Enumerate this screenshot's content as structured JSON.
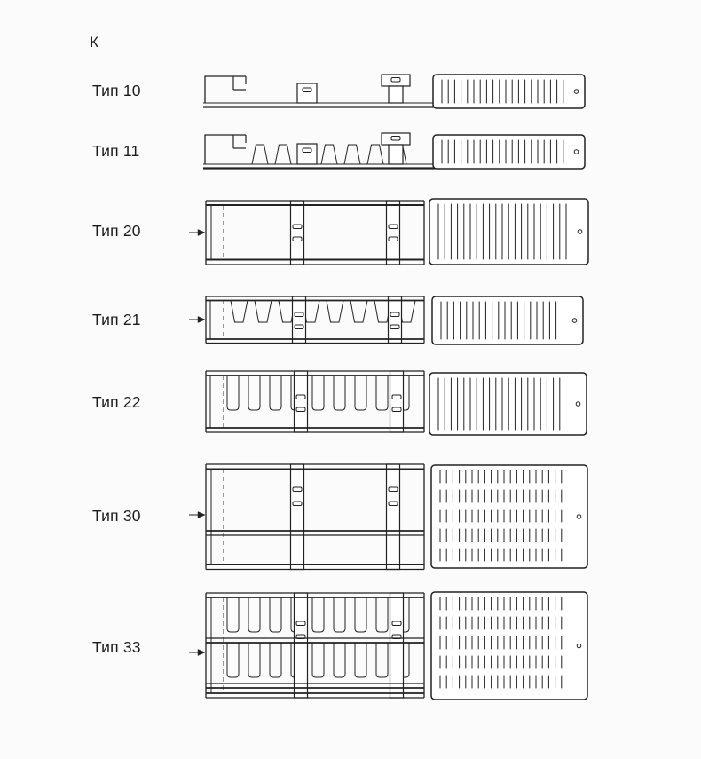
{
  "page": {
    "corner_label": "К",
    "background": "#fbfbfb",
    "line_color": "#222222"
  },
  "rows": [
    {
      "id": "10",
      "label": "Тип 10",
      "diagram": "type-10",
      "panels": 1,
      "convector_rows": 0,
      "grille_style": "solid"
    },
    {
      "id": "11",
      "label": "Тип 11",
      "diagram": "type-11",
      "panels": 1,
      "convector_rows": 1,
      "grille_style": "solid"
    },
    {
      "id": "20",
      "label": "Тип 20",
      "diagram": "type-20",
      "panels": 2,
      "convector_rows": 0,
      "grille_style": "solid"
    },
    {
      "id": "21",
      "label": "Тип 21",
      "diagram": "type-21",
      "panels": 2,
      "convector_rows": 1,
      "grille_style": "solid"
    },
    {
      "id": "22",
      "label": "Тип 22",
      "diagram": "type-22",
      "panels": 2,
      "convector_rows": 2,
      "grille_style": "solid"
    },
    {
      "id": "30",
      "label": "Тип 30",
      "diagram": "type-30",
      "panels": 3,
      "convector_rows": 0,
      "grille_style": "dashed"
    },
    {
      "id": "33",
      "label": "Тип 33",
      "diagram": "type-33",
      "panels": 3,
      "convector_rows": 3,
      "grille_style": "dashed"
    }
  ]
}
